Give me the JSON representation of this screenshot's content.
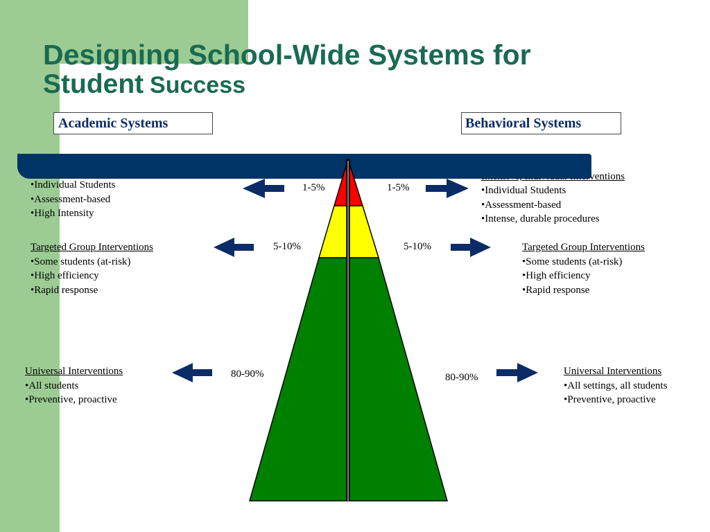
{
  "slide": {
    "title_line1": "Designing School-Wide Systems for",
    "title_line2a": "Student",
    "title_line2b": "Success"
  },
  "systems": {
    "academic_label": "Academic Systems",
    "behavioral_label": "Behavioral Systems"
  },
  "academic": {
    "intensive": {
      "items": [
        "•Individual Students",
        "•Assessment-based",
        "•High Intensity"
      ],
      "percent": "1-5%"
    },
    "targeted": {
      "heading": "Targeted Group Interventions",
      "items": [
        "•Some students (at-risk)",
        "•High efficiency",
        "•Rapid response"
      ],
      "percent": "5-10%"
    },
    "universal": {
      "heading": "Universal Interventions",
      "items": [
        "•All students",
        "•Preventive,  proactive"
      ],
      "percent": "80-90%"
    }
  },
  "behavioral": {
    "intensive": {
      "heading": "Intensive, Individual Interventions",
      "items": [
        "•Individual Students",
        "•Assessment-based",
        "•Intense, durable procedures"
      ],
      "percent": "1-5%"
    },
    "targeted": {
      "heading": "Targeted Group Interventions",
      "items": [
        "•Some students (at-risk)",
        "•High efficiency",
        "•Rapid response"
      ],
      "percent": "5-10%"
    },
    "universal": {
      "heading": "Universal Interventions",
      "items": [
        "•All settings, all students",
        "•Preventive,  proactive"
      ],
      "percent": "80-90%"
    }
  },
  "colors": {
    "background_accent": "#9ccc94",
    "title": "#1a6a52",
    "bar": "#003366",
    "arrow": "#0b2c66",
    "tier_intensive": "#ff0000",
    "tier_targeted": "#ffff00",
    "tier_universal": "#008000"
  }
}
